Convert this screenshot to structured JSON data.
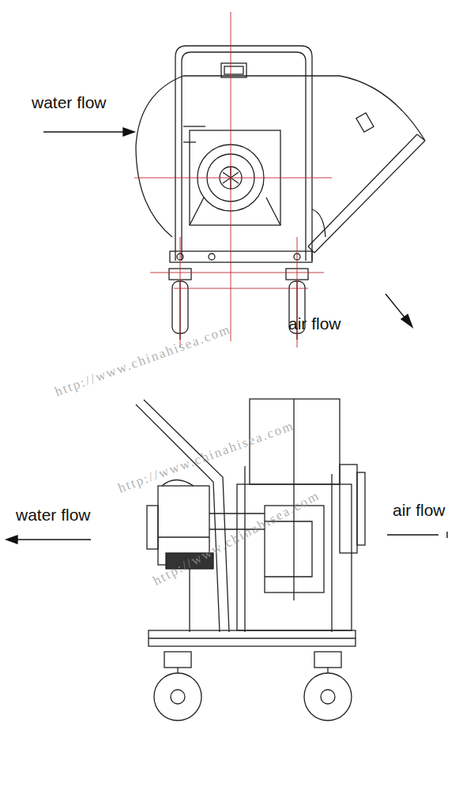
{
  "diagram": {
    "labels": [
      "water flow",
      "air flow",
      "http://www.chinahisea.com",
      "http://www.chinahisea.com",
      "http://www.chinahisea.com",
      "water flow",
      "air flow"
    ]
  }
}
